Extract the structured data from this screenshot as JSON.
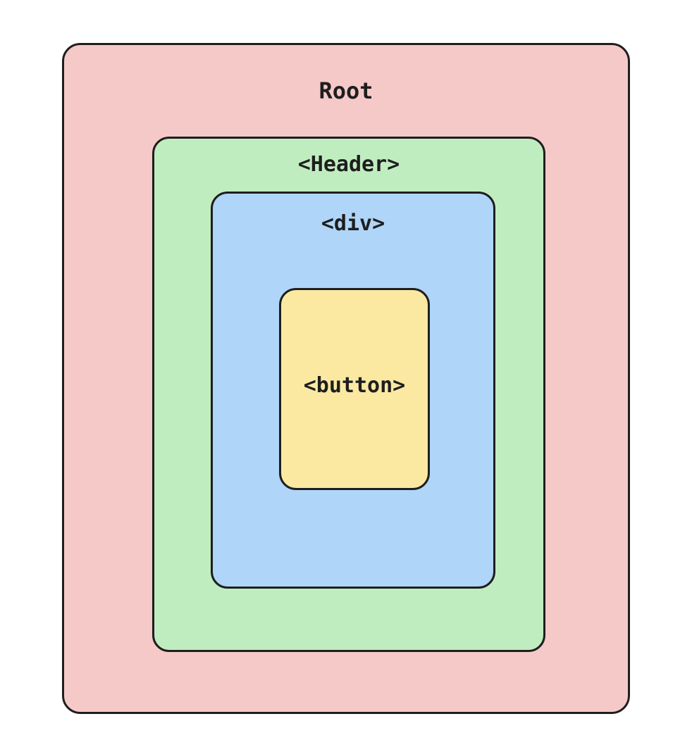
{
  "diagram": {
    "root": {
      "label": "Root",
      "fill": "#f6c9c9"
    },
    "header": {
      "label": "<Header>",
      "fill": "#c0edc0"
    },
    "div": {
      "label": "<div>",
      "fill": "#afd5f8"
    },
    "button": {
      "label": "<button>",
      "fill": "#fbe9a2"
    },
    "stroke": "#1e1e1e"
  }
}
